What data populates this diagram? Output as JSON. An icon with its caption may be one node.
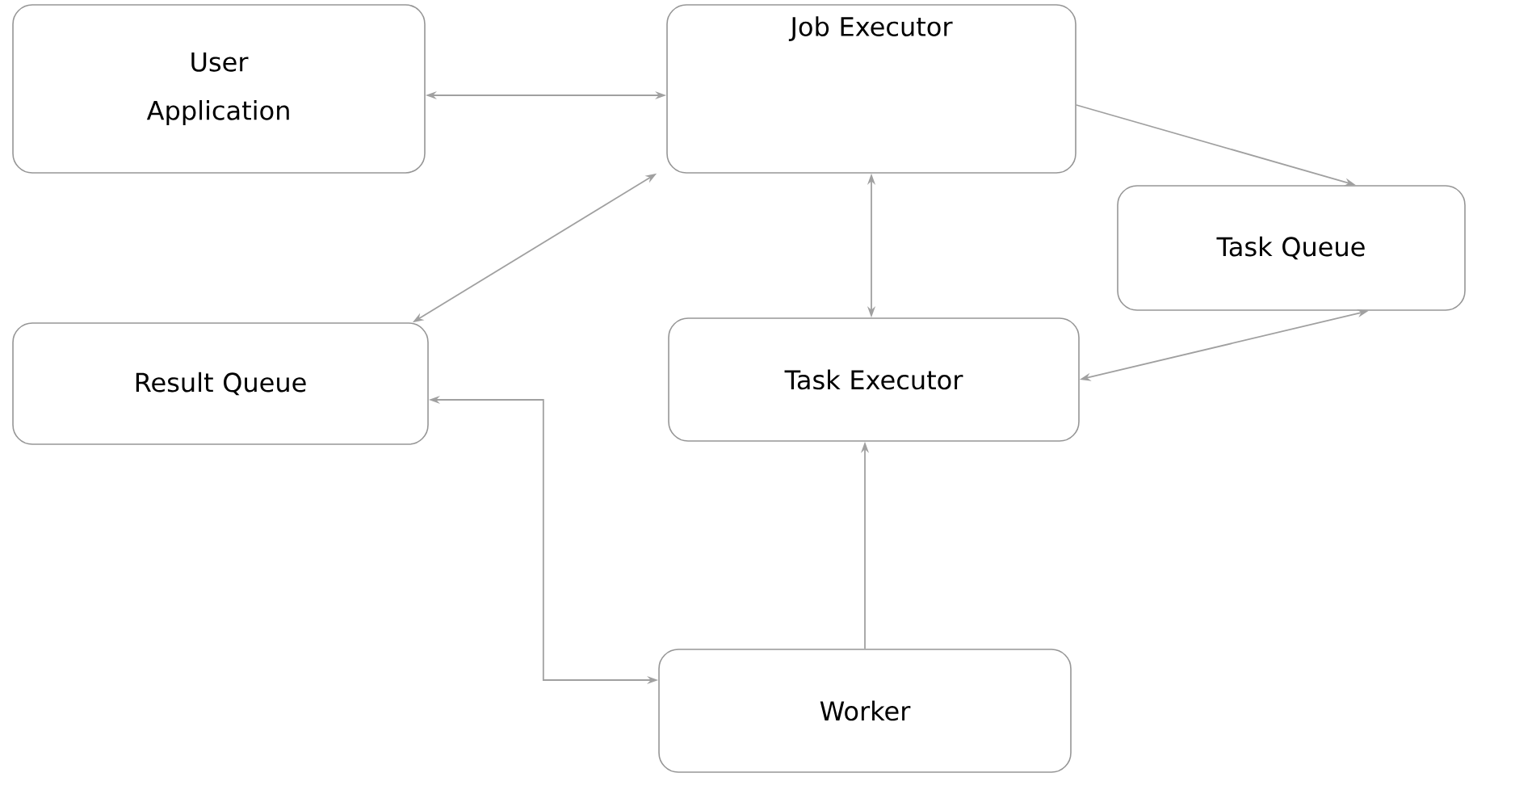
{
  "diagram": {
    "nodes": [
      {
        "text": [
          "User Application"
        ]
      },
      {
        "text": [
          "Job Executor"
        ]
      },
      {
        "text": [
          "Task Queue"
        ]
      },
      {
        "text": [
          "Result Queue"
        ]
      },
      {
        "text": [
          "Task Executor"
        ]
      },
      {
        "text": [
          "Worker"
        ]
      }
    ],
    "edges": [
      {
        "from": 0,
        "to": 1,
        "arrow": "both"
      },
      {
        "from": 1,
        "to": 2,
        "arrow": "to"
      },
      {
        "from": 1,
        "to": 3,
        "arrow": "both"
      },
      {
        "from": 1,
        "to": 4,
        "arrow": "both"
      },
      {
        "from": 2,
        "to": 4,
        "arrow": "both"
      },
      {
        "from": 5,
        "to": 3,
        "arrow": "both"
      },
      {
        "from": 5,
        "to": 4,
        "arrow": "to"
      }
    ]
  }
}
